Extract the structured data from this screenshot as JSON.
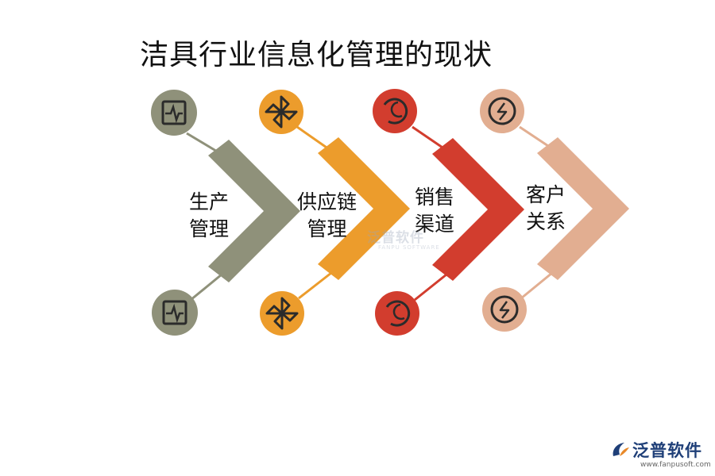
{
  "title": "洁具行业信息化管理的现状",
  "steps": [
    {
      "line1": "生产",
      "line2": "管理",
      "color": "#8f917a",
      "icon": "pulse-monitor-icon"
    },
    {
      "line1": "供应链",
      "line2": "管理",
      "color": "#ec9c2c",
      "icon": "pinwheel-icon"
    },
    {
      "line1": "销售",
      "line2": "渠道",
      "color": "#d23d2e",
      "icon": "circular-arrows-icon"
    },
    {
      "line1": "客户",
      "line2": "关系",
      "color": "#e2ae91",
      "icon": "lightning-bolt-icon"
    }
  ],
  "watermark": {
    "main": "泛普软件",
    "sub": "FANPU SOFTWARE"
  },
  "brand": {
    "name": "泛普软件",
    "url": "www.fanpusoft.com",
    "color": "#1f3f78"
  }
}
